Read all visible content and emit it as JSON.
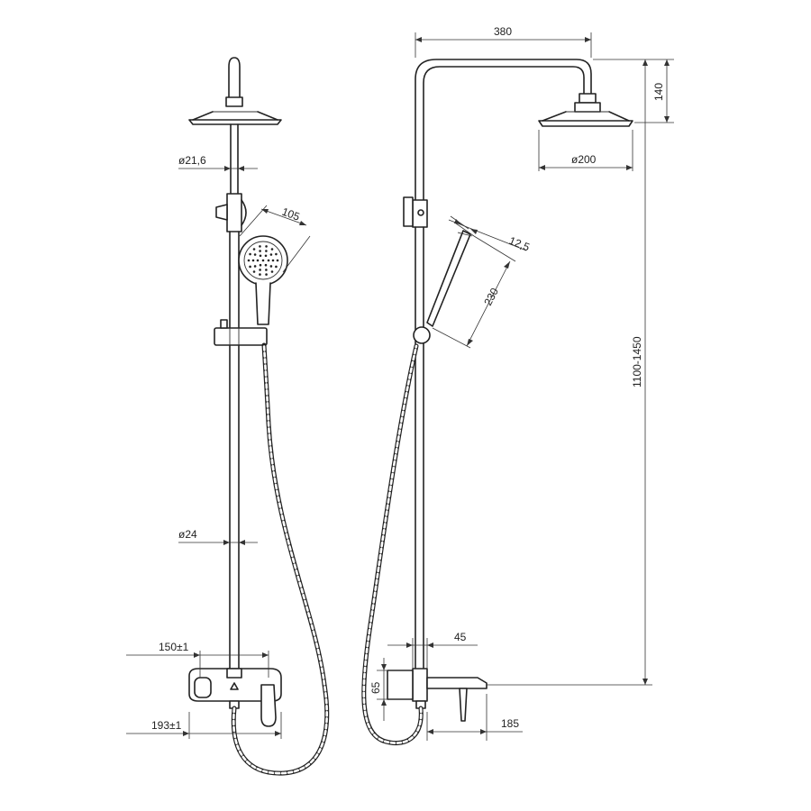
{
  "dimensions": {
    "arm_length": "380",
    "head_height": "140",
    "head_diameter": "ø200",
    "column_height": "1100-1450",
    "upper_pipe_diameter": "ø21,6",
    "hand_shower_head": "105",
    "hand_shower_thickness": "12,5",
    "hand_shower_length": "230",
    "lower_pipe_diameter": "ø24",
    "mixer_center_distance": "150±1",
    "mixer_width": "193±1",
    "mixer_depth": "45",
    "mixer_height": "65",
    "spout_length": "185"
  },
  "colors": {
    "line": "#222222",
    "background": "#ffffff"
  }
}
